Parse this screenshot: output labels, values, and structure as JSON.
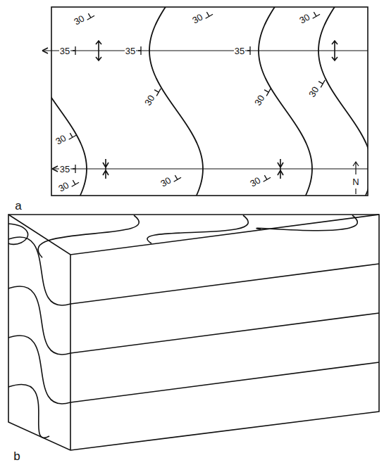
{
  "diagram": {
    "labels": [
      "30",
      "30",
      "30",
      "35",
      "35",
      "35",
      "30",
      "30",
      "30",
      "30",
      "35",
      "30",
      "30",
      "30",
      "N",
      "a",
      "b"
    ]
  }
}
